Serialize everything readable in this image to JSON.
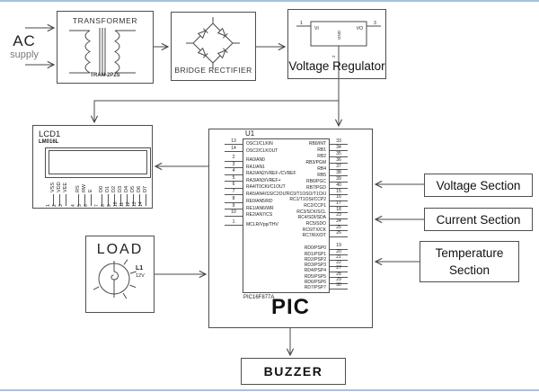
{
  "page": {
    "border_color": "#a5c2e0"
  },
  "ac_supply": {
    "title": "AC",
    "subtitle": "supply"
  },
  "transformer": {
    "title": "TRANSFORMER",
    "part": "TRAN-2P2S"
  },
  "bridge_rectifier": {
    "label": "BRIDGE RECTIFIER"
  },
  "voltage_regulator": {
    "label": "Voltage Regulator",
    "pin_vi": "VI",
    "pin_vo": "VO",
    "pin_gnd": "GND",
    "pin1": "1",
    "pin2": "2",
    "pin3": "3"
  },
  "lcd": {
    "ref": "LCD1",
    "part": "LM016L",
    "pins": [
      {
        "num": "1",
        "label": "VSS"
      },
      {
        "num": "2",
        "label": "VDD"
      },
      {
        "num": "3",
        "label": "VEE"
      },
      {
        "num": "4",
        "label": "RS"
      },
      {
        "num": "5",
        "label": "RW"
      },
      {
        "num": "6",
        "label": "E"
      },
      {
        "num": "7",
        "label": "D0"
      },
      {
        "num": "8",
        "label": "D1"
      },
      {
        "num": "9",
        "label": "D2"
      },
      {
        "num": "10",
        "label": "D3"
      },
      {
        "num": "11",
        "label": "D4"
      },
      {
        "num": "12",
        "label": "D5"
      },
      {
        "num": "13",
        "label": "D6"
      },
      {
        "num": "14",
        "label": "D7"
      }
    ]
  },
  "pic": {
    "caption": "PIC",
    "ref": "U1",
    "part": "PIC16F877A",
    "left_pins": [
      {
        "num": "13",
        "label": "OSC1/CLKIN"
      },
      {
        "num": "14",
        "label": "OSC2/CLKOUT"
      },
      {
        "num": "2",
        "label": "RA0/AN0"
      },
      {
        "num": "3",
        "label": "RA1/AN1"
      },
      {
        "num": "4",
        "label": "RA2/AN2/VREF-/CVREF"
      },
      {
        "num": "5",
        "label": "RA3/AN3/VREF+"
      },
      {
        "num": "6",
        "label": "RA4/T0CKI/C1OUT"
      },
      {
        "num": "7",
        "label": "RA5/AN4/SS/C2OUT"
      },
      {
        "num": "8",
        "label": "RE0/AN5/RD"
      },
      {
        "num": "9",
        "label": "RE1/AN6/WR"
      },
      {
        "num": "10",
        "label": "RE2/AN7/CS"
      },
      {
        "num": "1",
        "label": "MCLR/Vpp/THV"
      }
    ],
    "right_pins": [
      {
        "num": "33",
        "label": "RB0/INT"
      },
      {
        "num": "34",
        "label": "RB1"
      },
      {
        "num": "35",
        "label": "RB2"
      },
      {
        "num": "36",
        "label": "RB3/PGM"
      },
      {
        "num": "37",
        "label": "RB4"
      },
      {
        "num": "38",
        "label": "RB5"
      },
      {
        "num": "39",
        "label": "RB6/PGC"
      },
      {
        "num": "40",
        "label": "RB7/PGD"
      },
      {
        "num": "15",
        "label": "RC0/T1OSO/T1CKI"
      },
      {
        "num": "16",
        "label": "RC1/T1OSI/CCP2"
      },
      {
        "num": "17",
        "label": "RC2/CCP1"
      },
      {
        "num": "18",
        "label": "RC3/SCK/SCL"
      },
      {
        "num": "23",
        "label": "RC4/SDI/SDA"
      },
      {
        "num": "24",
        "label": "RC5/SDO"
      },
      {
        "num": "25",
        "label": "RC6/TX/CK"
      },
      {
        "num": "26",
        "label": "RC7/RX/DT"
      },
      {
        "num": "19",
        "label": "RD0/PSP0"
      },
      {
        "num": "20",
        "label": "RD1/PSP1"
      },
      {
        "num": "21",
        "label": "RD2/PSP2"
      },
      {
        "num": "22",
        "label": "RD3/PSP3"
      },
      {
        "num": "27",
        "label": "RD4/PSP4"
      },
      {
        "num": "28",
        "label": "RD5/PSP5"
      },
      {
        "num": "29",
        "label": "RD6/PSP6"
      },
      {
        "num": "30",
        "label": "RD7/PSP7"
      }
    ]
  },
  "sections": {
    "voltage": "Voltage Section",
    "current": "Current Section",
    "temperature": "Temperature Section"
  },
  "load": {
    "title": "LOAD",
    "ref": "L1",
    "value": "12V"
  },
  "buzzer": {
    "label": "BUZZER"
  }
}
